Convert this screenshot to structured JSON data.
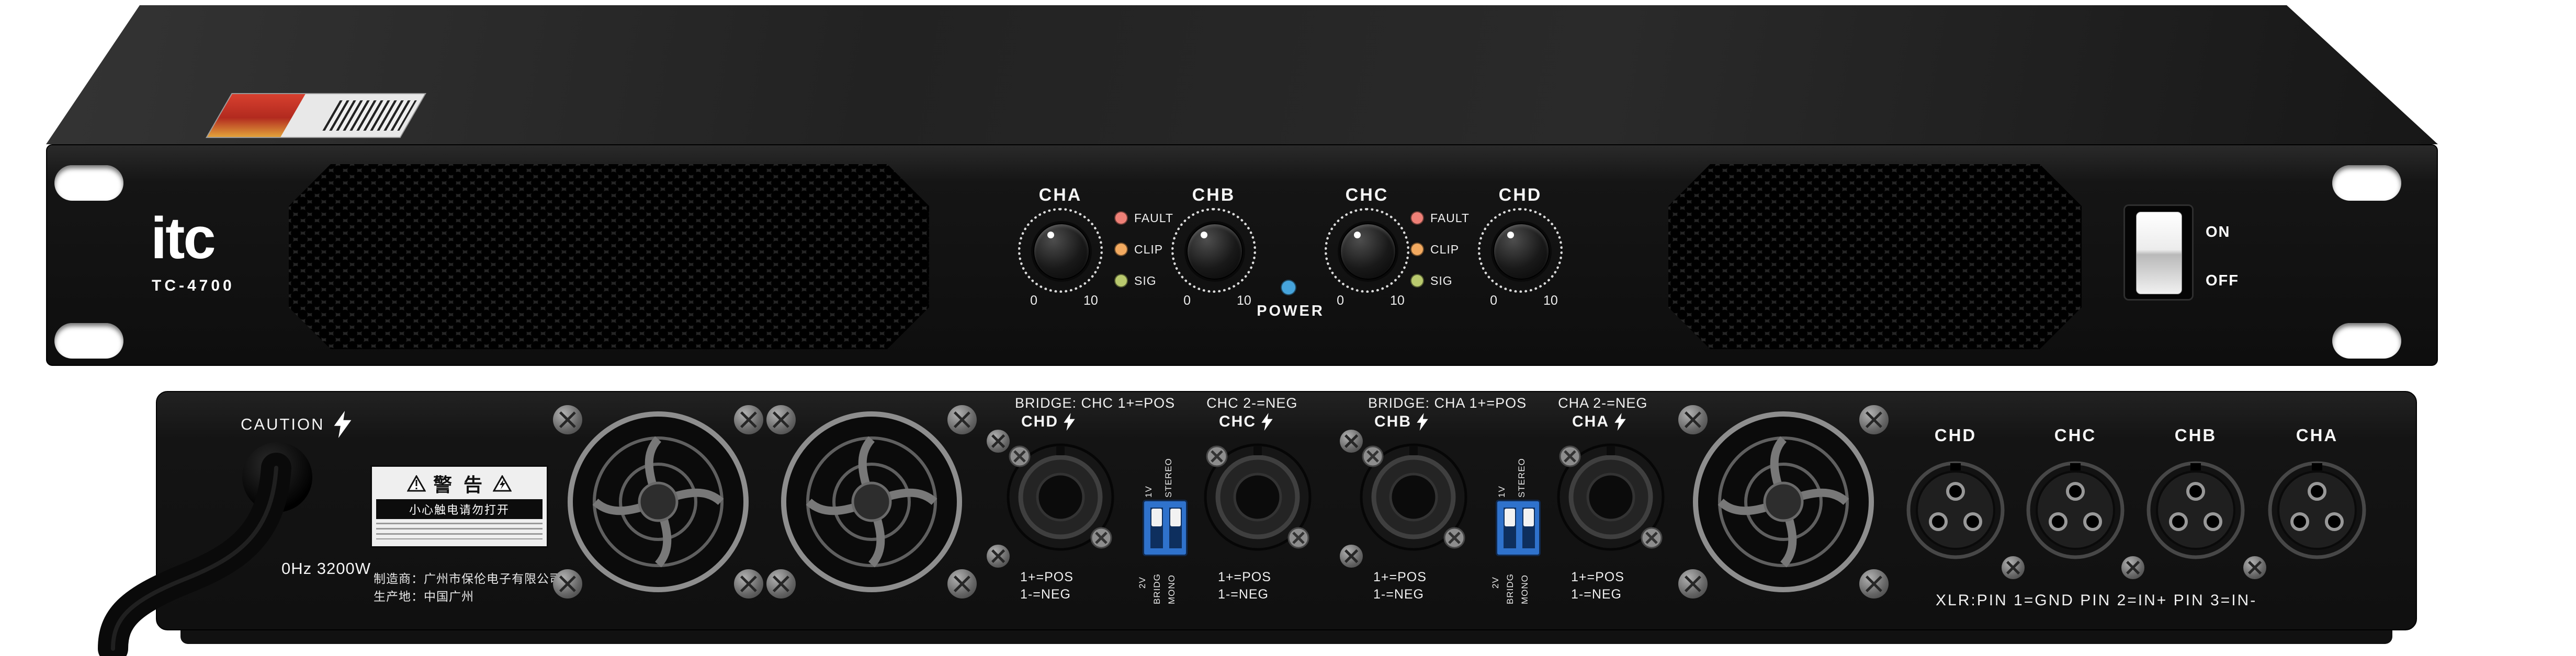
{
  "front": {
    "brand": "itc",
    "model": "TC-4700",
    "channels": [
      {
        "label": "CHA",
        "min": "0",
        "max": "10"
      },
      {
        "label": "CHB",
        "min": "0",
        "max": "10"
      },
      {
        "label": "CHC",
        "min": "0",
        "max": "10"
      },
      {
        "label": "CHD",
        "min": "0",
        "max": "10"
      }
    ],
    "led_labels": [
      "FAULT",
      "CLIP",
      "SIG"
    ],
    "led_colors": {
      "fault": "#ee8077",
      "clip": "#f3aa60",
      "sig": "#b9c96e",
      "power": "#46a4dc"
    },
    "power_label": "POWER",
    "switch_on": "ON",
    "switch_off": "OFF"
  },
  "rear": {
    "caution": "CAUTION",
    "warning": {
      "title": "警 告",
      "subtitle": "小心触电请勿打开"
    },
    "power_rating": "0Hz 3200W",
    "maker_line1": "制造商：广州市保伦电子有限公司",
    "maker_line2": "生产地：中国广州",
    "groups": [
      {
        "bridge_left": "BRIDGE: CHC 1+=POS",
        "bridge_right": "CHC 2-=NEG",
        "jacks": [
          {
            "label": "CHD",
            "pos": "1+=POS",
            "neg": "1-=NEG"
          },
          {
            "label": "CHC",
            "pos": "1+=POS",
            "neg": "1-=NEG"
          }
        ],
        "dip_top": [
          "1V",
          "STEREO"
        ],
        "dip_bottom": [
          "2V",
          "BRIDG",
          "MONO"
        ]
      },
      {
        "bridge_left": "BRIDGE: CHA 1+=POS",
        "bridge_right": "CHA 2-=NEG",
        "jacks": [
          {
            "label": "CHB",
            "pos": "1+=POS",
            "neg": "1-=NEG"
          },
          {
            "label": "CHA",
            "pos": "1+=POS",
            "neg": "1-=NEG"
          }
        ],
        "dip_top": [
          "1V",
          "STEREO"
        ],
        "dip_bottom": [
          "2V",
          "BRIDG",
          "MONO"
        ]
      }
    ],
    "xlr_labels": [
      "CHD",
      "CHC",
      "CHB",
      "CHA"
    ],
    "xlr_note": "XLR:PIN 1=GND PIN 2=IN+ PIN 3=IN-"
  }
}
